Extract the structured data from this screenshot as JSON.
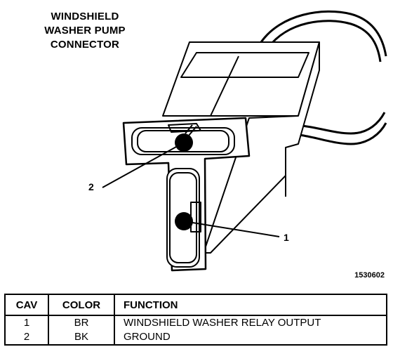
{
  "title_lines": [
    "WINDSHIELD",
    "WASHER PUMP",
    "CONNECTOR"
  ],
  "callouts": {
    "cav1": "1",
    "cav2": "2"
  },
  "figure_id": "1530602",
  "table": {
    "headers": [
      "CAV",
      "COLOR",
      "FUNCTION"
    ],
    "rows": [
      {
        "cav": "1",
        "color": "BR",
        "function": "WINDSHIELD WASHER RELAY OUTPUT"
      },
      {
        "cav": "2",
        "color": "BK",
        "function": "GROUND"
      }
    ]
  }
}
